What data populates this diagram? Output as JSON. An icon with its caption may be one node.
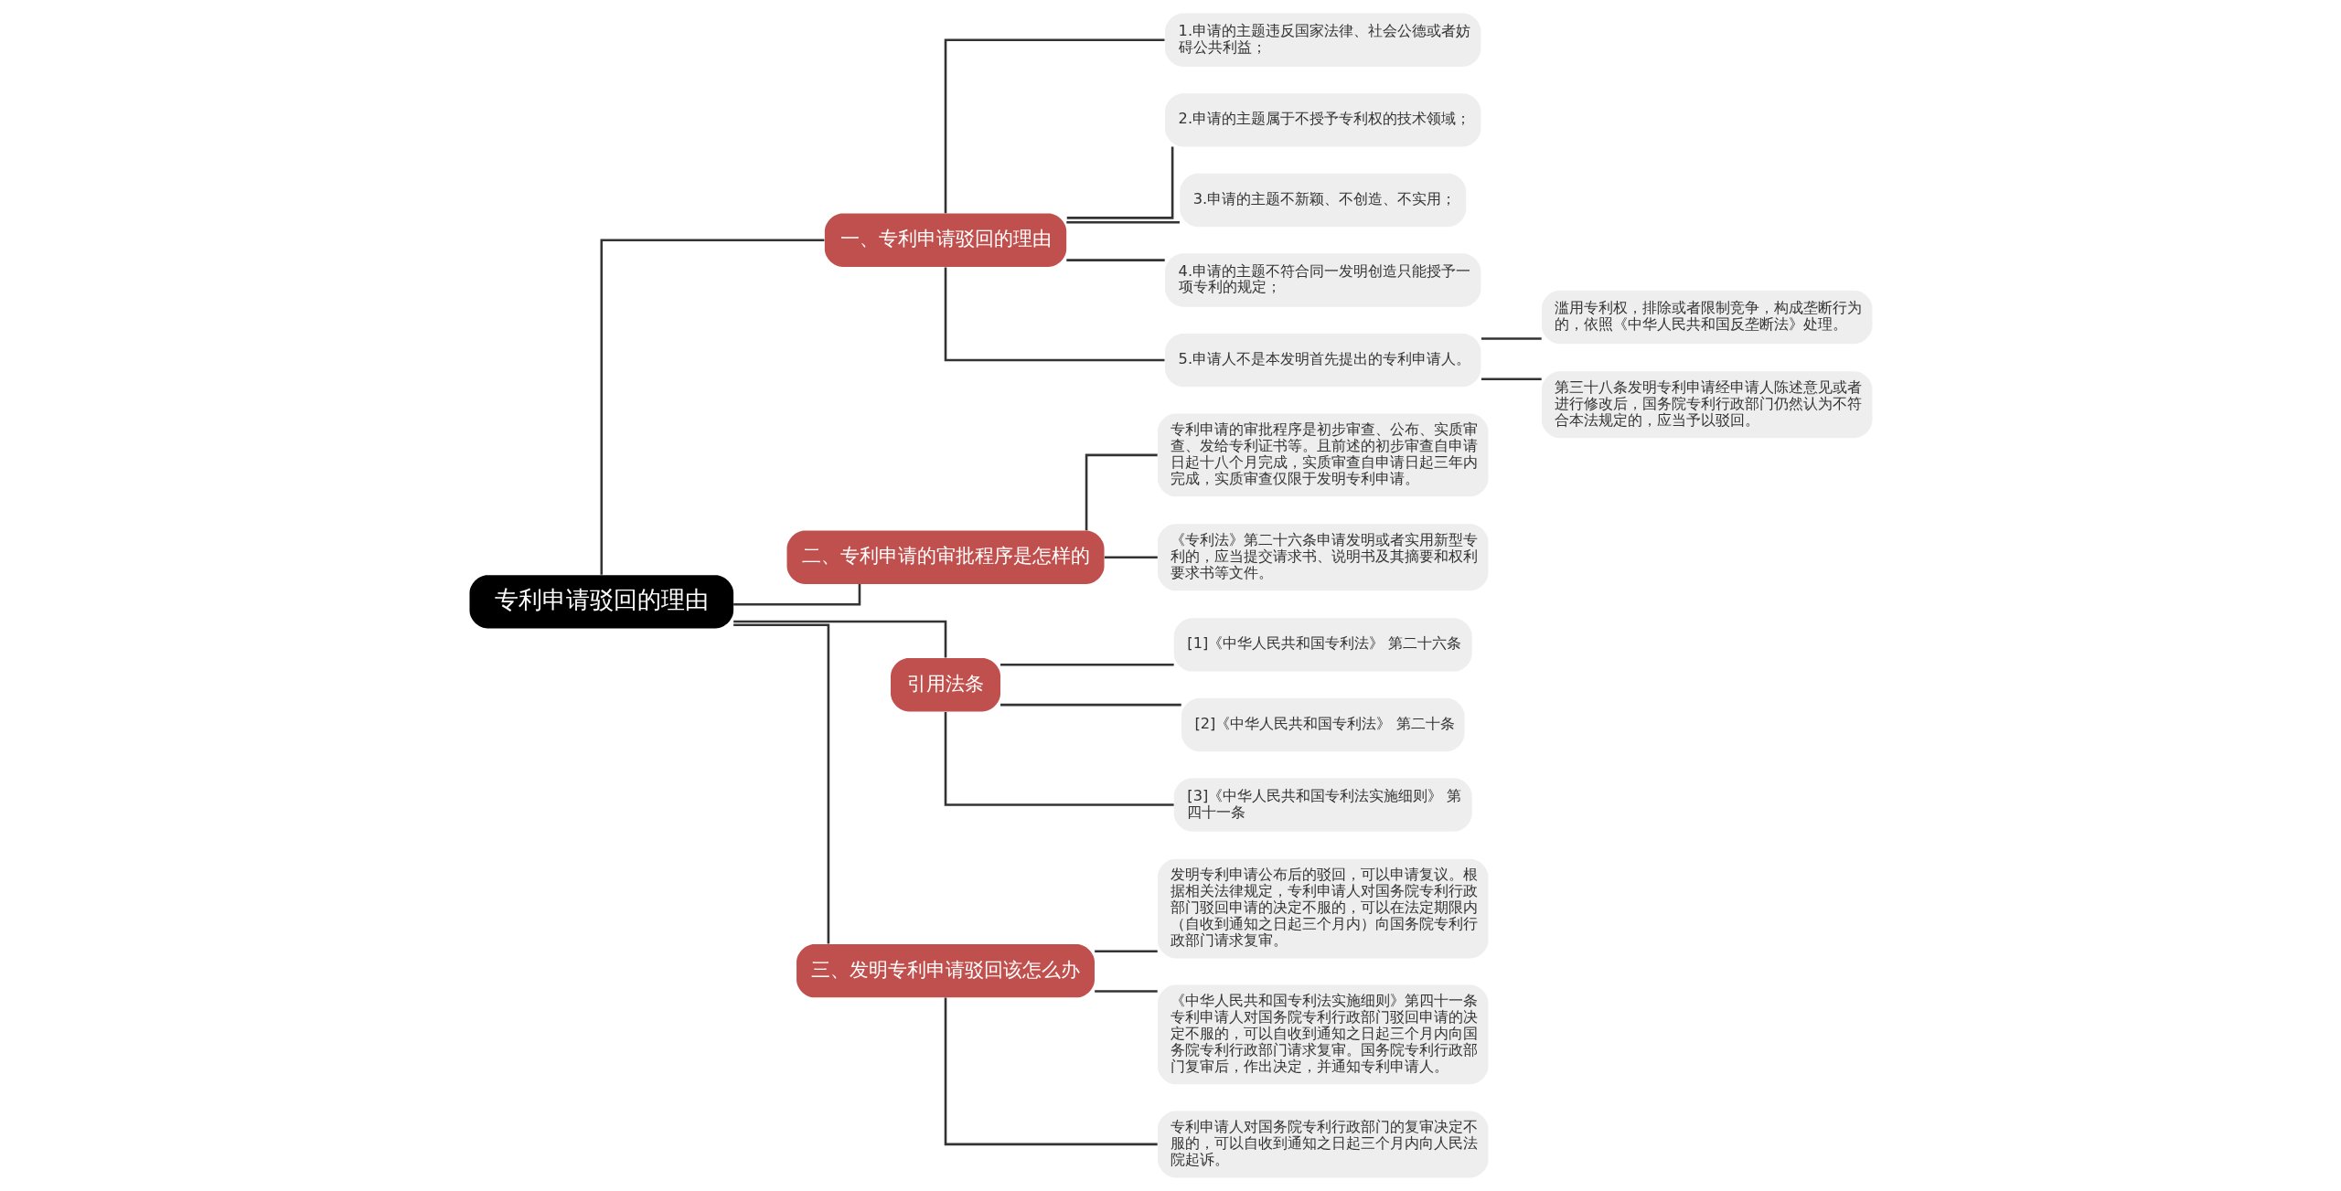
{
  "diagram": {
    "nodes": [
      {
        "text": [
          "专利申请驳回的理由"
        ]
      },
      {
        "text": [
          "一、专利申请驳回的理由"
        ]
      },
      {
        "text": [
          "1.申请的主题违反国家法律、社会公德或者妨碍公共利益；"
        ]
      },
      {
        "text": [
          "2.申请的主题属于不授予专利权的技术领域；"
        ]
      },
      {
        "text": [
          "3.申请的主题不新颖、不创造、不实用；"
        ]
      },
      {
        "text": [
          "4.申请的主题不符合同一发明创造只能授予一项专利的规定；"
        ]
      },
      {
        "text": [
          "5.申请人不是本发明首先提出的专利申请人。"
        ]
      },
      {
        "text": [
          "滥用专利权，排除或者限制竞争，构成垄断行为的，依照《中华人民共和国反垄断法》处理。"
        ]
      },
      {
        "text": [
          "第三十八条发明专利申请经申请人陈述意见或者进行修改后，国务院专利行政部门仍然认为不符合本法规定的，应当予以驳回。"
        ]
      },
      {
        "text": [
          "二、专利申请的审批程序是怎样的"
        ]
      },
      {
        "text": [
          "专利申请的审批程序是初步审查、公布、实质审查、发给专利证书等。且前述的初步审查自申请日起十八个月完成，实质审查自申请日起三年内完成，实质审查仅限于发明专利申请。"
        ]
      },
      {
        "text": [
          "《专利法》第二十六条申请发明或者实用新型专利的，应当提交请求书、说明书及其摘要和权利要求书等文件。"
        ]
      },
      {
        "text": [
          "引用法条"
        ]
      },
      {
        "text": [
          "[1]《中华人民共和国专利法》 第二十六条"
        ]
      },
      {
        "text": [
          "[2]《中华人民共和国专利法》 第二十条"
        ]
      },
      {
        "text": [
          "[3]《中华人民共和国专利法实施细则》 第四十一条"
        ]
      },
      {
        "text": [
          "三、发明专利申请驳回该怎么办"
        ]
      },
      {
        "text": [
          "发明专利申请公布后的驳回，可以申请复议。根据相关法律规定，专利申请人对国务院专利行政部门驳回申请的决定不服的，可以在法定期限内（自收到通知之日起三个月内）向国务院专利行政部门请求复审。"
        ]
      },
      {
        "text": [
          "《中华人民共和国专利法实施细则》第四十一条专利申请人对国务院专利行政部门驳回申请的决定不服的，可以自收到通知之日起三个月内向国务院专利行政部门请求复审。国务院专利行政部门复审后，作出决定，并通知专利申请人。"
        ]
      },
      {
        "text": [
          "专利申请人对国务院专利行政部门的复审决定不服的，可以自收到通知之日起三个月内向人民法院起诉。"
        ]
      }
    ],
    "edges": [
      {
        "from": 0,
        "to": 1,
        "arrow": "none"
      },
      {
        "from": 1,
        "to": 2,
        "arrow": "none"
      },
      {
        "from": 1,
        "to": 3,
        "arrow": "none"
      },
      {
        "from": 1,
        "to": 4,
        "arrow": "none"
      },
      {
        "from": 1,
        "to": 5,
        "arrow": "none"
      },
      {
        "from": 1,
        "to": 6,
        "arrow": "none"
      },
      {
        "from": 6,
        "to": 7,
        "arrow": "none"
      },
      {
        "from": 6,
        "to": 8,
        "arrow": "none"
      },
      {
        "from": 0,
        "to": 9,
        "arrow": "none"
      },
      {
        "from": 9,
        "to": 10,
        "arrow": "none"
      },
      {
        "from": 9,
        "to": 11,
        "arrow": "none"
      },
      {
        "from": 0,
        "to": 12,
        "arrow": "none"
      },
      {
        "from": 12,
        "to": 13,
        "arrow": "none"
      },
      {
        "from": 12,
        "to": 14,
        "arrow": "none"
      },
      {
        "from": 12,
        "to": 15,
        "arrow": "none"
      },
      {
        "from": 0,
        "to": 16,
        "arrow": "none"
      },
      {
        "from": 16,
        "to": 17,
        "arrow": "none"
      },
      {
        "from": 16,
        "to": 18,
        "arrow": "none"
      },
      {
        "from": 16,
        "to": 19,
        "arrow": "none"
      }
    ]
  }
}
